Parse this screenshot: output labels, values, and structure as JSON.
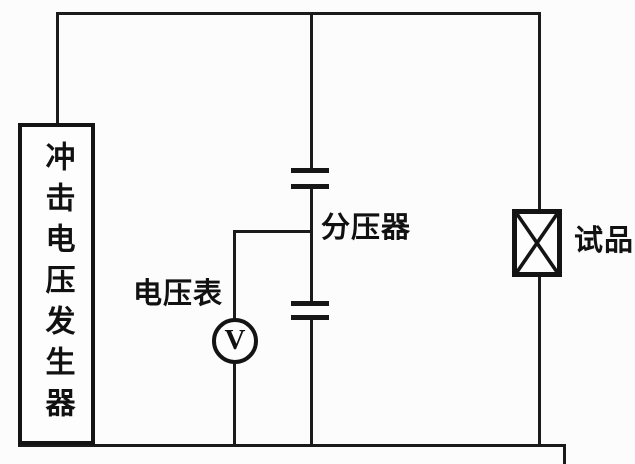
{
  "diagram": {
    "type": "circuit-schematic",
    "labels": {
      "generator": "冲击电压发生器",
      "divider": "分压器",
      "voltmeter": "电压表",
      "voltmeter_symbol": "V",
      "test_object": "试品"
    },
    "colors": {
      "line": "#1b1b1b",
      "component_border": "#141414",
      "text": "#111111",
      "background": "#fcfcfc"
    },
    "components": {
      "generator": "impulse-voltage-generator-box",
      "divider": "two-capacitor-voltage-divider",
      "voltmeter": "circle-V-meter",
      "test_object": "box-with-x-symbol"
    }
  }
}
